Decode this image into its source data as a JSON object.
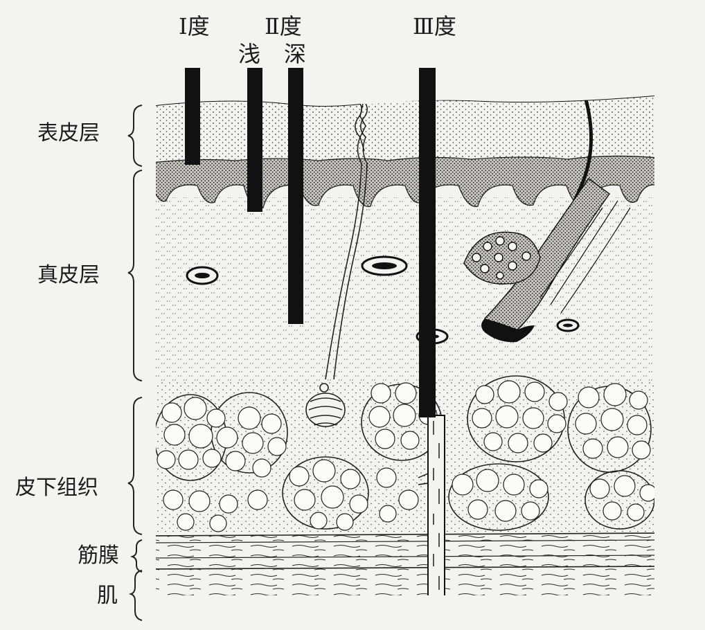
{
  "headers": {
    "degree1": "Ⅰ度",
    "degree2": "Ⅱ度",
    "degree2_shallow": "浅",
    "degree2_deep": "深",
    "degree3": "Ⅲ度"
  },
  "layers": {
    "epidermis": "表皮层",
    "dermis": "真皮层",
    "subcutaneous": "皮下组织",
    "fascia": "筋膜",
    "muscle": "肌"
  },
  "colors": {
    "ink": "#1c1c1c",
    "paper": "#f4f3ef"
  }
}
